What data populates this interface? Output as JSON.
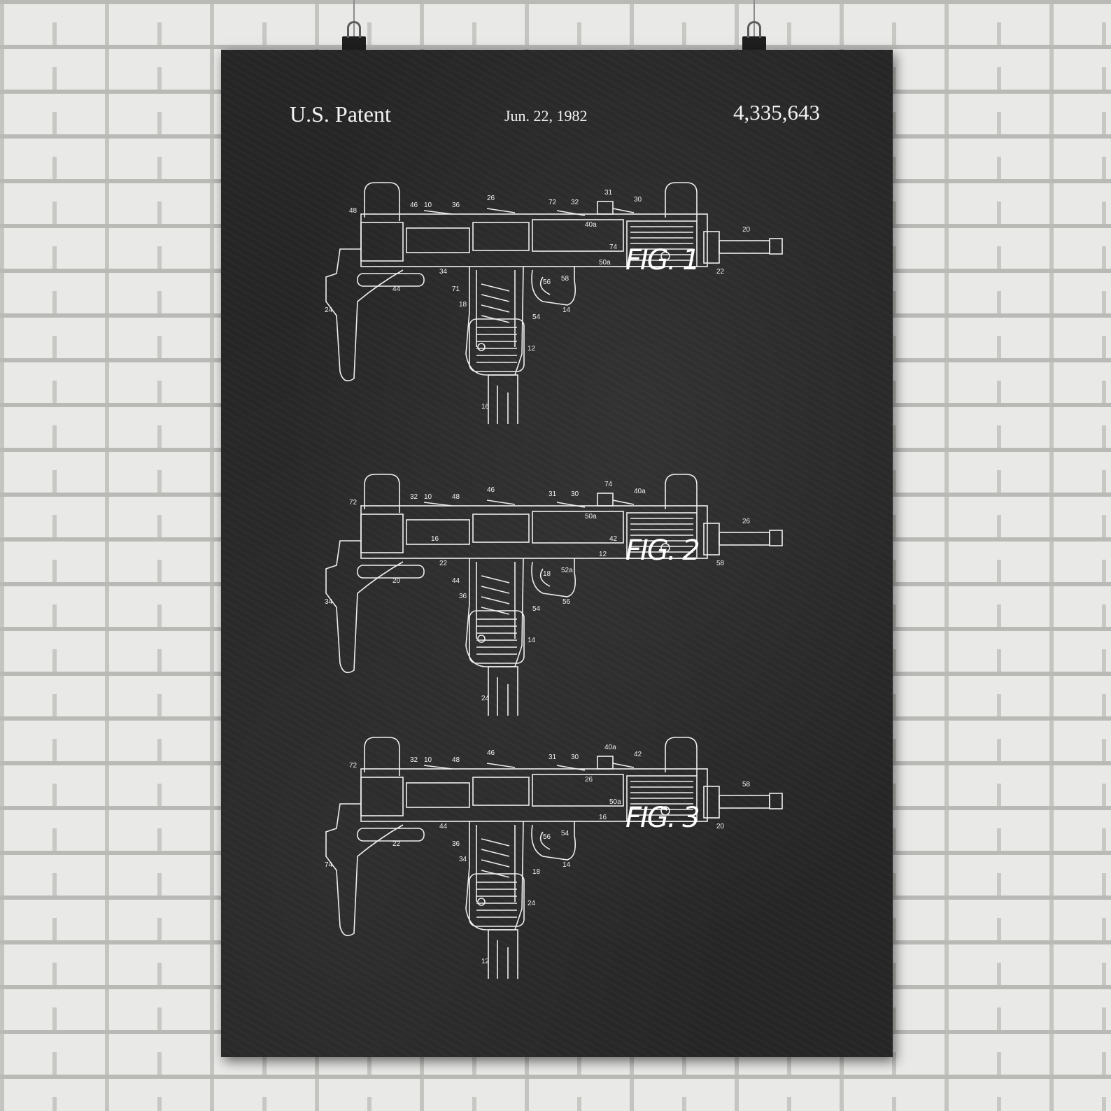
{
  "poster": {
    "header": {
      "left": "U.S. Patent",
      "date": "Jun. 22, 1982",
      "number": "4,335,643"
    },
    "figures": [
      {
        "label": "FIG. 1",
        "parts": [
          "10",
          "26",
          "36",
          "46",
          "48",
          "72",
          "32",
          "31",
          "30",
          "40a",
          "74",
          "20",
          "22",
          "44",
          "34",
          "71",
          "18",
          "24",
          "56",
          "58",
          "14",
          "54",
          "12",
          "16",
          "50a"
        ]
      },
      {
        "label": "FIG. 2",
        "parts": [
          "10",
          "46",
          "48",
          "32",
          "72",
          "31",
          "30",
          "74",
          "40a",
          "50a",
          "42",
          "26",
          "58",
          "20",
          "22",
          "44",
          "36",
          "34",
          "18",
          "52a",
          "56",
          "54",
          "14",
          "24",
          "12",
          "16"
        ]
      },
      {
        "label": "FIG. 3",
        "parts": [
          "10",
          "46",
          "48",
          "32",
          "72",
          "31",
          "30",
          "40a",
          "42",
          "26",
          "50a",
          "58",
          "20",
          "22",
          "44",
          "36",
          "34",
          "74",
          "56",
          "54",
          "14",
          "18",
          "24",
          "12",
          "16"
        ]
      }
    ]
  },
  "colors": {
    "wall": "#e9e9e7",
    "mortar": "#bfbfbc",
    "chalkboard": "#262626",
    "chalk": "#f2f2f2"
  }
}
